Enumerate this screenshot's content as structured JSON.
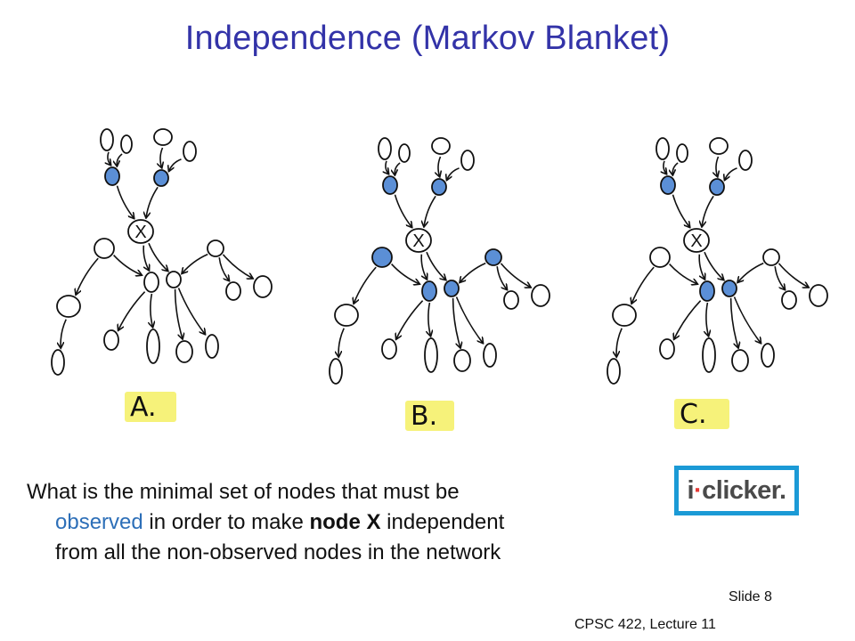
{
  "title": "Independence (Markov Blanket)",
  "diagram_labels": [
    "A.",
    "B.",
    "C."
  ],
  "node_label": "X",
  "question": {
    "line1": "What is the minimal set of nodes that must be",
    "line2_emph": "observed",
    "line2_rest": " in order to make ",
    "line2_bold": "node X",
    "line2_end": " independent",
    "line3": "from all the non-observed nodes in the network"
  },
  "logo": {
    "main": "i",
    "dot": "·",
    "rest": "clicker",
    "period": "."
  },
  "footer": {
    "slide": "Slide 8",
    "course": "CPSC 422, Lecture 11"
  },
  "colors": {
    "title": "#3333a8",
    "observed_fill": "#5b8fd6",
    "highlighter": "#f6f27a",
    "emphasis_text": "#2d6fb8",
    "logo_border": "#1b9ad6"
  }
}
